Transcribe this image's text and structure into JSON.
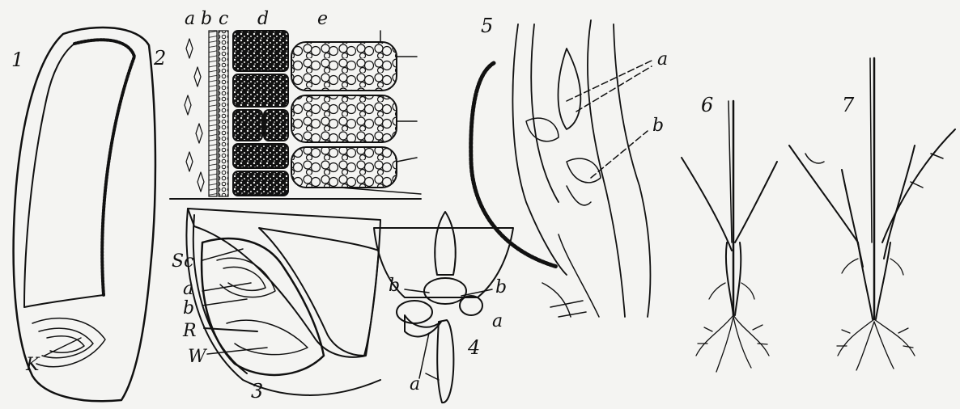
{
  "figure_numbers": [
    "1",
    "2",
    "3",
    "4",
    "5",
    "6",
    "7"
  ],
  "fig1": {
    "label_k": "K"
  },
  "fig2": {
    "col_a": "a",
    "col_b": "b",
    "col_c": "c",
    "col_d": "d",
    "col_e": "e"
  },
  "fig3": {
    "label_sc": "Sc",
    "label_a": "a",
    "label_b": "b",
    "label_r": "R",
    "label_w": "W"
  },
  "fig4": {
    "label_b_left": "b",
    "label_b_right": "b",
    "label_a_right": "a",
    "label_a_bottom": "a"
  },
  "fig5": {
    "label_a": "a",
    "label_b": "b"
  },
  "colors": {
    "ink": "#111111",
    "paper": "#f4f4f2"
  }
}
